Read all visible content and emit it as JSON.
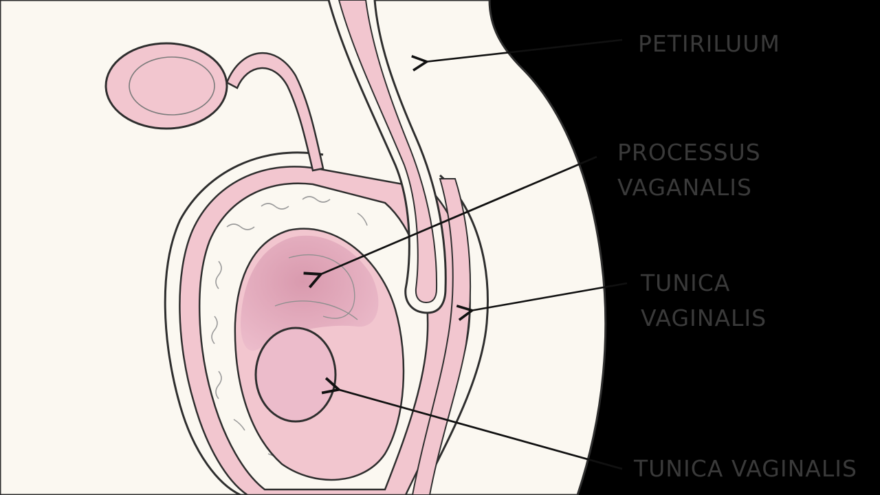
{
  "diagram": {
    "labels": {
      "peritoneum": [
        "PETIRILUUM"
      ],
      "processus": [
        "PROCESSUS",
        "VAGANALIS"
      ],
      "tunica_upper": [
        "TUNICA",
        "VAGINALIS"
      ],
      "tunica_lower": [
        "TUNICA VAGINALIS"
      ]
    }
  },
  "colors": {
    "background": "#000000",
    "skin": "#fbf8f1",
    "tissue_pink": "#f2c6cf",
    "testis_pink": "#e8b3c1",
    "cavity_pink": "#dfa4b6",
    "outline": "#2e2e2e",
    "label_text": "#3a3a3a"
  }
}
